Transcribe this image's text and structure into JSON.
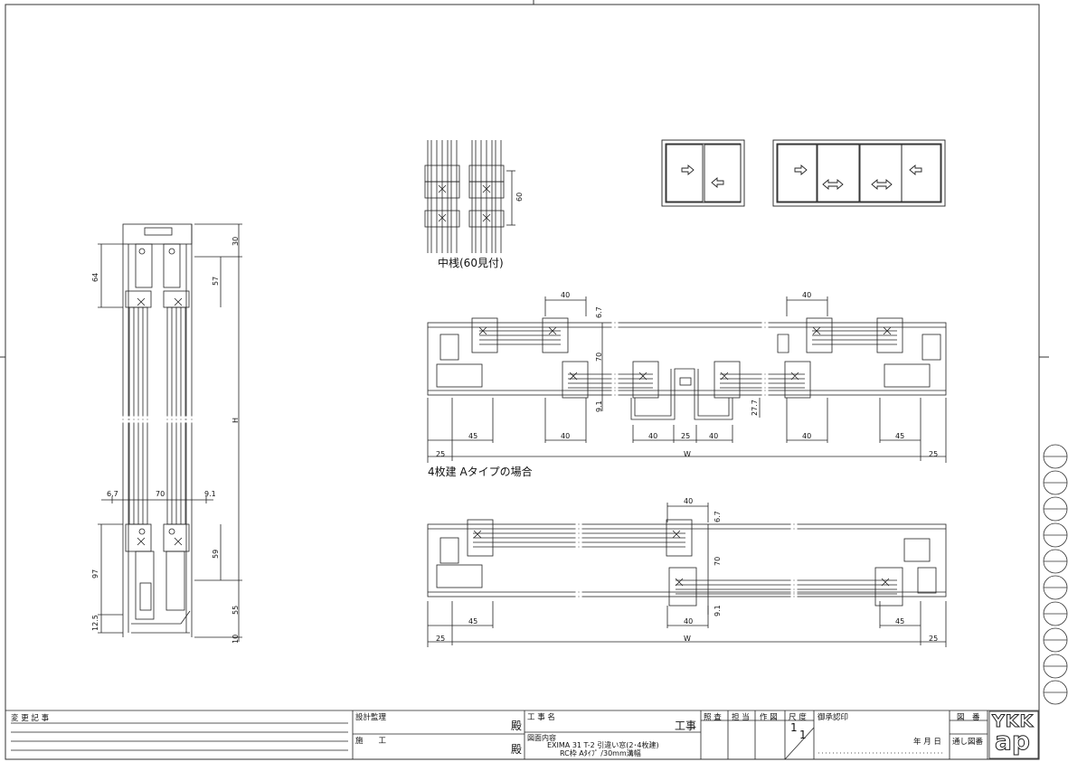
{
  "drawing": {
    "captions": {
      "mullion": "中桟(60見付)",
      "four_panel": "4枚建 Aタイプの場合"
    },
    "dims": {
      "mullion_60": "60",
      "v_30": "30",
      "v_64": "64",
      "v_57": "57",
      "v_H": "H",
      "v_6_7": "6.7",
      "v_70": "70",
      "v_9_1": "9.1",
      "v_59": "59",
      "v_97": "97",
      "v_55": "55",
      "v_12_5": "12.5",
      "v_10": "10",
      "p_40a": "40",
      "p_40b": "40",
      "p_6_7": "6.7",
      "p_70": "70",
      "p_9_1": "9.1",
      "p_27_7": "27.7",
      "p_45a": "45",
      "p_40c": "40",
      "p_40d": "40",
      "p_25m": "25",
      "p_40e": "40",
      "p_40f": "40",
      "p_45b": "45",
      "p_25a": "25",
      "p_W": "W",
      "p_25b": "25",
      "t_40": "40",
      "t_6_7": "6.7",
      "t_70": "70",
      "t_9_1": "9.1",
      "t_45a": "45",
      "t_40b": "40",
      "t_45b": "45",
      "t_25a": "25",
      "t_W": "W",
      "t_25b": "25"
    }
  },
  "title_block": {
    "revision_label": "変 更 記 事",
    "design_supervision": "設計監理",
    "construction": "施　　工",
    "dono1": "殿",
    "dono2": "殿",
    "project_label": "工 事 名",
    "project_suffix": "工事",
    "drawing_content_label": "図面内容",
    "content_line1": "EXIMA 31 T-2 引違い窓(2･4枚建)",
    "content_line2": "RC枠 Aﾀｲﾌﾟ /30mm溝幅",
    "check": "照 査",
    "charge": "担 当",
    "drawn": "作 図",
    "scale_label": "尺 度",
    "scale_num": "1",
    "scale_den": "1",
    "approval": "御承認印",
    "ymd": "年 月 日",
    "drawing_no": "図　番",
    "serial_no": "通し図番",
    "logo_top": "YKK",
    "logo_bottom": "ap"
  }
}
